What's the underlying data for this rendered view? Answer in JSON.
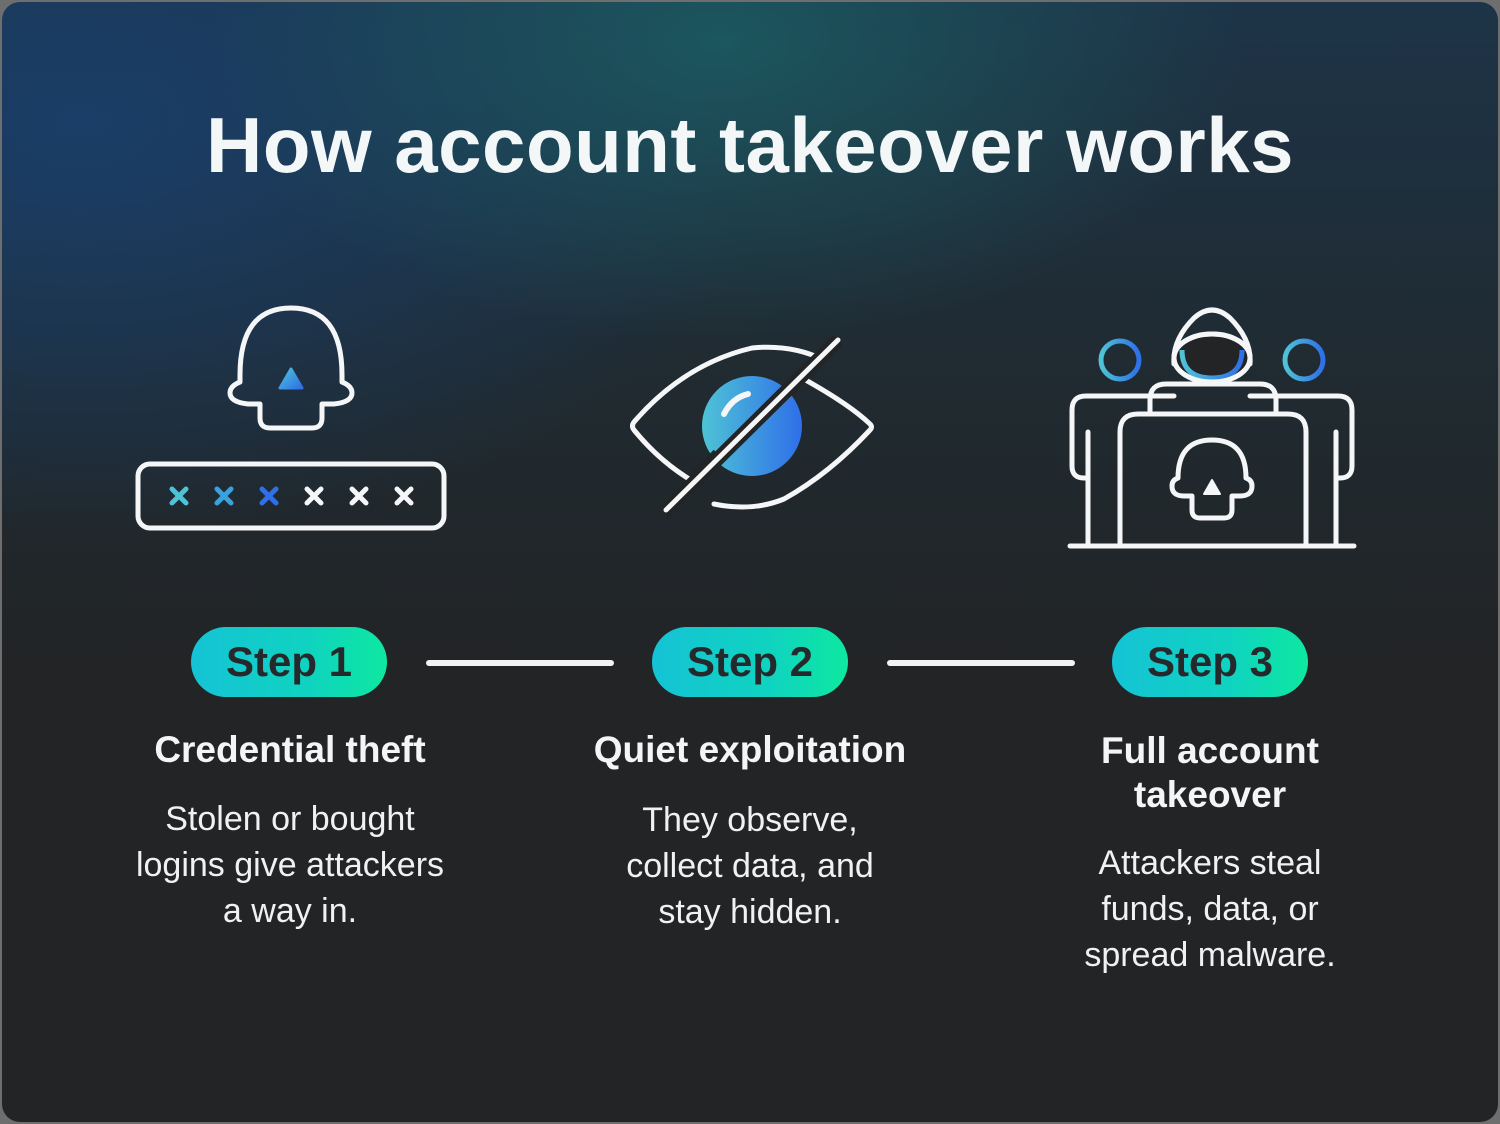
{
  "title": "How account takeover works",
  "colors": {
    "pill_gradient_start": "#15c3d5",
    "pill_gradient_end": "#0ee8a0",
    "icon_accent_start": "#4ec3d6",
    "icon_accent_end": "#2f6fe8",
    "stroke": "#f4f6f7",
    "background_dark": "#232425",
    "background_blue": "#1a3e68",
    "background_teal": "#1c5c62"
  },
  "steps": [
    {
      "pill": "Step 1",
      "heading": "Credential theft",
      "description_lines": [
        "Stolen or bought",
        "logins give attackers",
        "a way in."
      ],
      "icon": "skull-password-icon"
    },
    {
      "pill": "Step 2",
      "heading": "Quiet exploitation",
      "description_lines": [
        "They observe,",
        "collect data, and",
        "stay hidden."
      ],
      "icon": "eye-slash-icon"
    },
    {
      "pill": "Step 3",
      "heading_lines": [
        "Full account",
        "takeover"
      ],
      "description_lines": [
        "Attackers steal",
        "funds, data, or",
        "spread malware."
      ],
      "icon": "hacker-group-icon"
    }
  ]
}
